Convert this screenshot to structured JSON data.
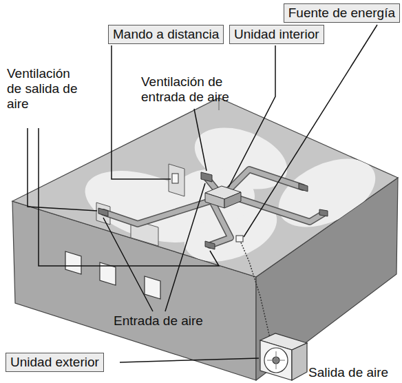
{
  "diagram": {
    "nodes": [
      {
        "text": [
          "Fuente de energía"
        ]
      },
      {
        "text": [
          "Mando a distancia"
        ]
      },
      {
        "text": [
          "Unidad interior"
        ]
      },
      {
        "text": [
          "Unidad exterior"
        ]
      }
    ],
    "labels": [
      "Ventilación de salida de aire",
      "Ventilación de entrada de aire",
      "Entrada de aire",
      "Salida de aire"
    ]
  }
}
